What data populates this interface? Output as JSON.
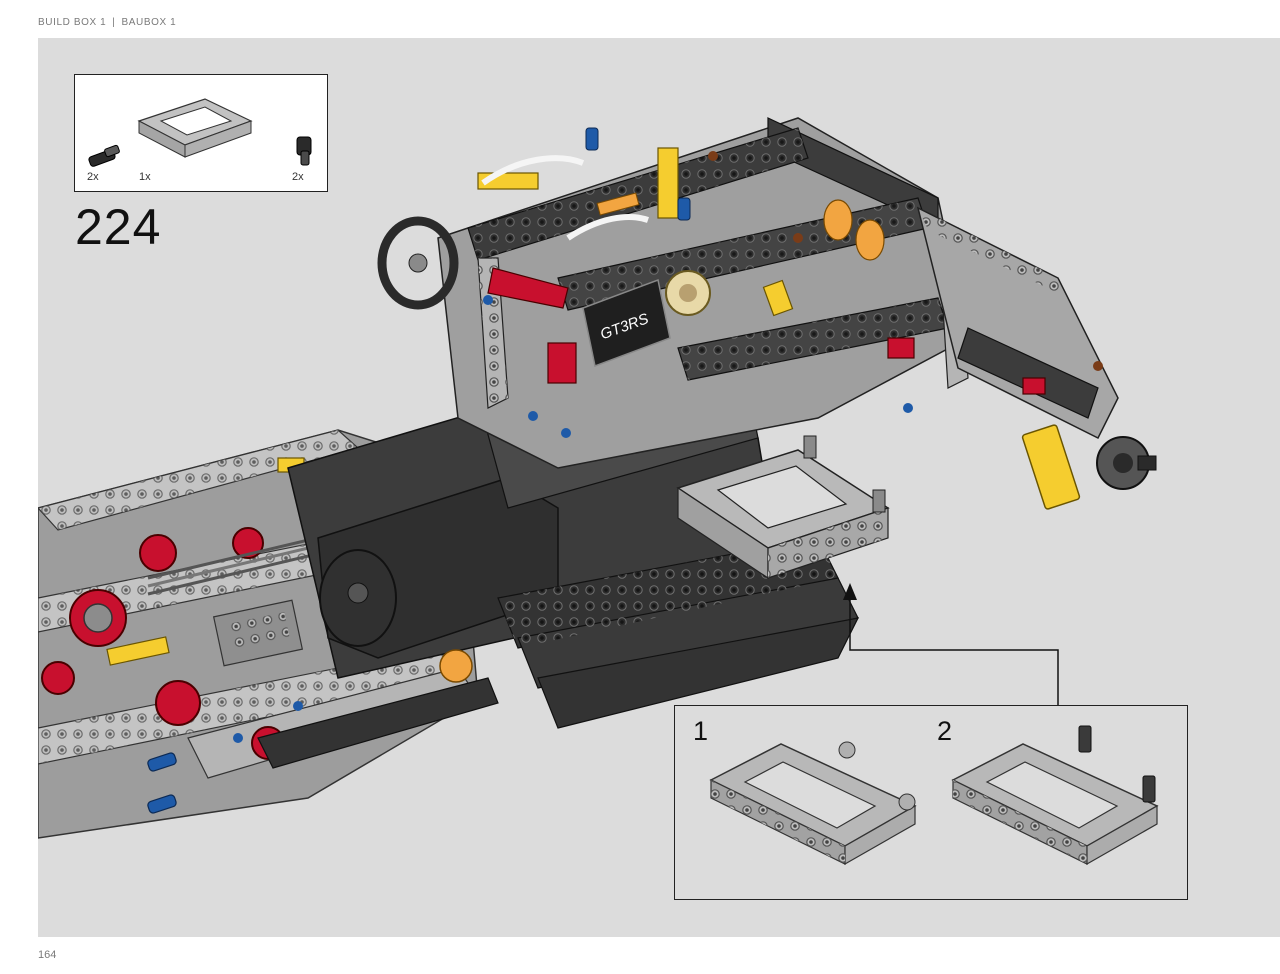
{
  "header": {
    "left": "BUILD BOX 1",
    "separator": "|",
    "right": "BAUBOX 1"
  },
  "page_number": "164",
  "step_number": "224",
  "parts_list": [
    {
      "name": "axle-pin-connector",
      "quantity": "2x"
    },
    {
      "name": "open-frame-5x7",
      "quantity": "1x"
    },
    {
      "name": "pin-with-bush",
      "quantity": "2x"
    }
  ],
  "sub_steps": [
    {
      "number": "1"
    },
    {
      "number": "2"
    }
  ],
  "logo": {
    "text": "GT3RS"
  },
  "colors": {
    "panel": "#dcdcdc",
    "dark_gray": "#3c3c3c",
    "light_gray": "#a9a9a9",
    "red": "#c8102e",
    "yellow": "#f5cd2f",
    "orange": "#f2a541",
    "blue": "#1e5aa8"
  }
}
